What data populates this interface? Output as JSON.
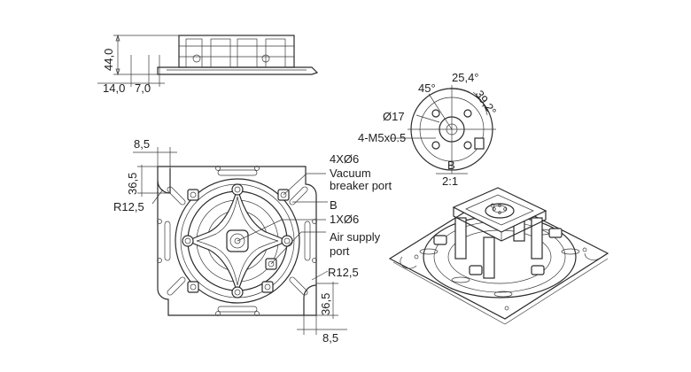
{
  "side_view": {
    "height_dim": "44,0",
    "offset_dim_a": "14,0",
    "offset_dim_b": "7,0"
  },
  "top_view": {
    "dim_top_width": "8,5",
    "dim_top_height": "36,5",
    "dim_top_radius": "R12,5",
    "dim_bottom_radius": "R12,5",
    "dim_bottom_height": "36,5",
    "dim_bottom_width": "8,5"
  },
  "callouts": {
    "vacuum_count": "4XØ6",
    "vacuum_line1": "Vacuum",
    "vacuum_line2": "breaker port",
    "detail_ref": "B",
    "air_count": "1XØ6",
    "air_line1": "Air supply",
    "air_line2": "port"
  },
  "detail_b": {
    "angle_45": "45°",
    "dim_25_4": "25,4°",
    "dim_39_2": "39,2°",
    "dia_17": "Ø17",
    "thread": "4-M5x0.5",
    "label": "B",
    "scale": "2:1"
  }
}
